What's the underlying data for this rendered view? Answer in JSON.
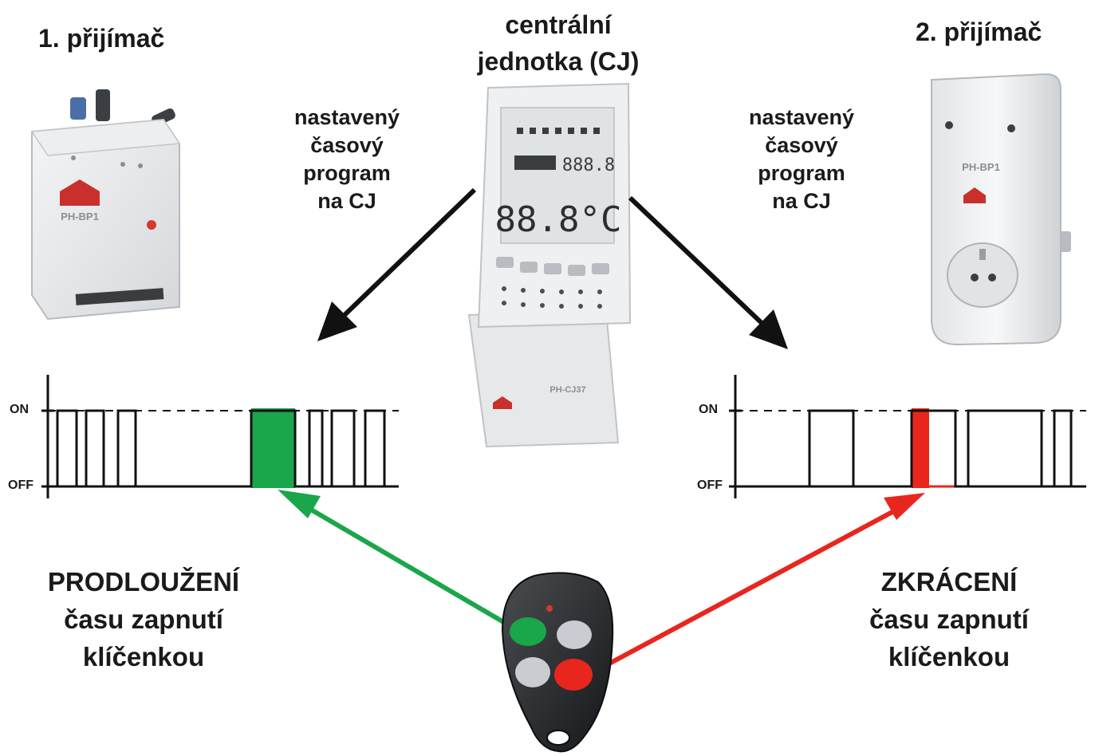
{
  "receiver1": {
    "title": "1. přijímač",
    "model": "PH-BP1"
  },
  "receiver2": {
    "title": "2. přijímač",
    "model": "PH-BP1"
  },
  "central": {
    "title_line1": "centrální",
    "title_line2": "jednotka (CJ)",
    "display_temp": "88.8°C",
    "display_small": "888.8",
    "model": "PH-CJ37"
  },
  "program_label_left": [
    "nastavený",
    "časový",
    "program",
    "na CJ"
  ],
  "program_label_right": [
    "nastavený",
    "časový",
    "program",
    "na CJ"
  ],
  "timing_left": {
    "on_label": "ON",
    "off_label": "OFF",
    "highlight_color": "#1aa64b"
  },
  "timing_right": {
    "on_label": "ON",
    "off_label": "OFF",
    "highlight_color": "#e8261e"
  },
  "extend_label": [
    "PRODLOUŽENÍ",
    "času zapnutí",
    "klíčenkou"
  ],
  "shorten_label": [
    "ZKRÁCENÍ",
    "času zapnutí",
    "klíčenkou"
  ],
  "colors": {
    "green": "#1aa64b",
    "red": "#e8261e",
    "arrow_black": "#111111"
  }
}
